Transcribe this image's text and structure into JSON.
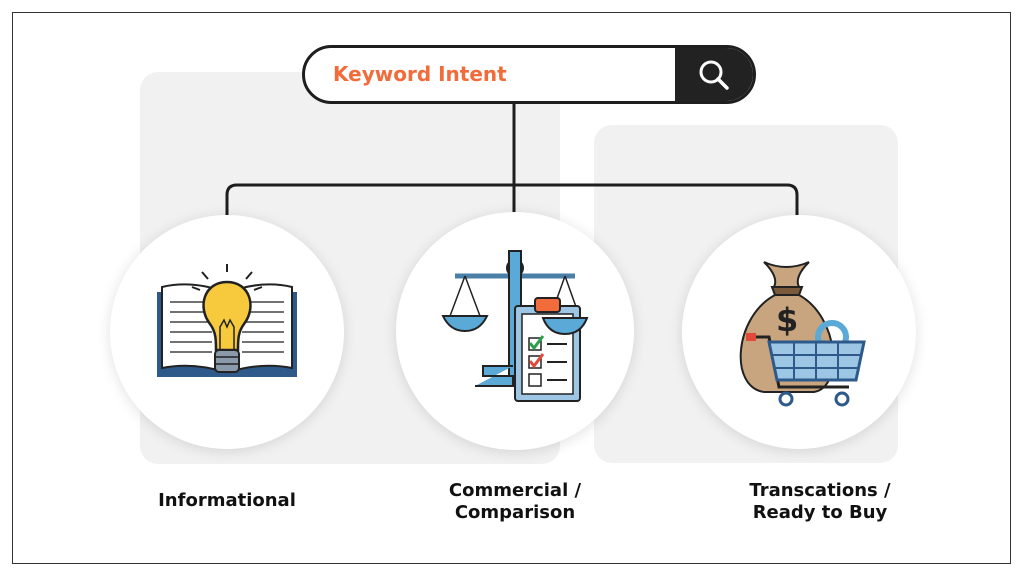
{
  "search": {
    "text": "Keyword Intent",
    "icon": "search-icon"
  },
  "colors": {
    "accent": "#f26b3a",
    "dark": "#222222",
    "blue": "#5aa9d6",
    "bulb": "#f7c93c"
  },
  "categories": [
    {
      "label": "Informational",
      "icon": "open-book-lightbulb-icon"
    },
    {
      "label_line1": "Commercial /",
      "label_line2": "Comparison",
      "icon": "scale-checklist-icon"
    },
    {
      "label_line1": "Transcations /",
      "label_line2": "Ready to Buy",
      "icon": "money-bag-cart-icon"
    }
  ]
}
